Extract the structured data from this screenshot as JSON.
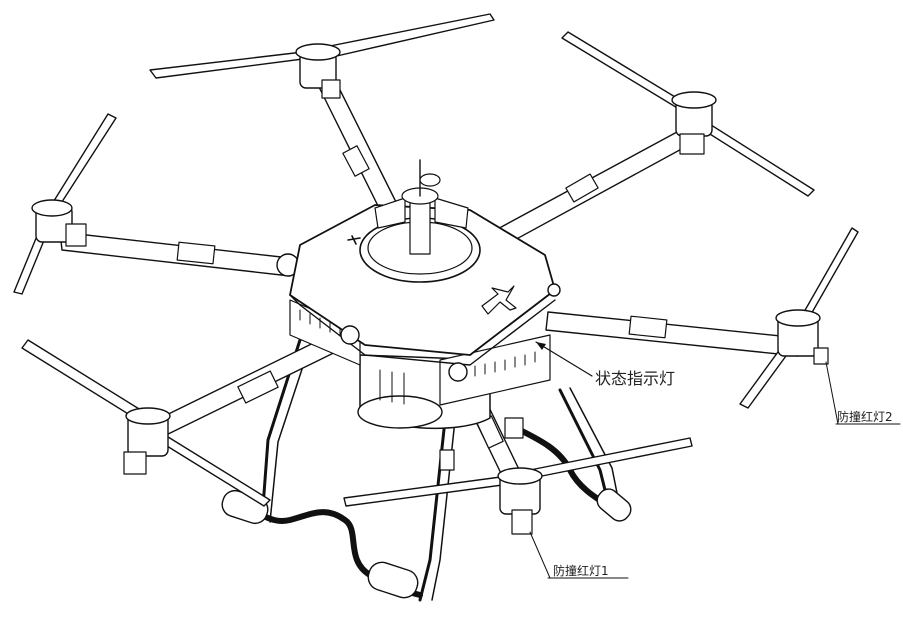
{
  "labels": {
    "status_indicator": "状态指示灯",
    "anticollision_light_2": "防撞红灯2",
    "anticollision_light_1": "防撞红灯1"
  },
  "colors": {
    "line": "#111111",
    "background": "#ffffff",
    "label_text": "#222222"
  }
}
